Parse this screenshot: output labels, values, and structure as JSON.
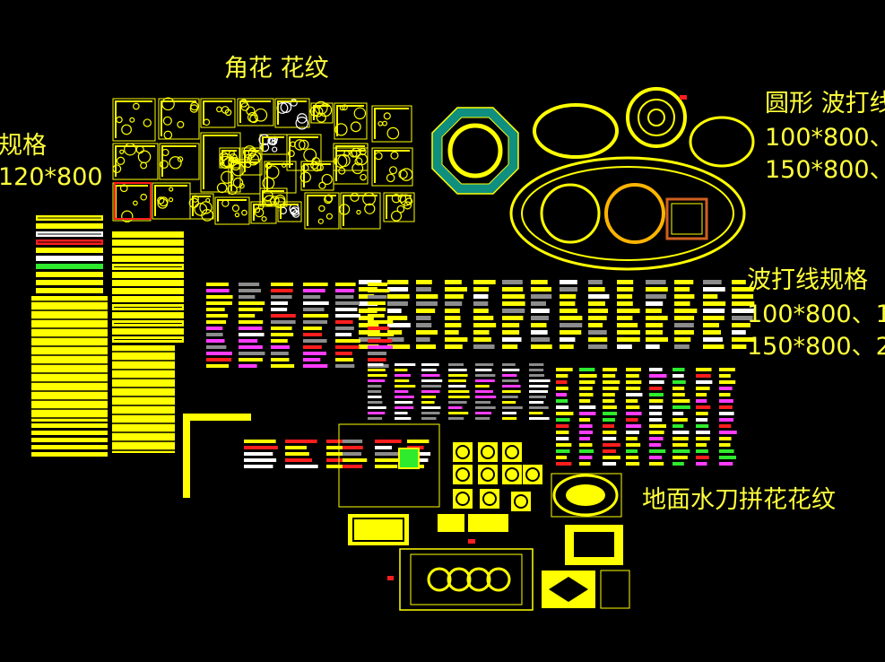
{
  "labels": {
    "corner_title": "角花 花纹",
    "left_spec_title": "规格",
    "left_spec_size": "120*800",
    "circle_title": "圆形 波打线",
    "circle_size_1": "100*800、",
    "circle_size_2": "150*800、",
    "wave_title": "波打线规格",
    "wave_size_1": "100*800、1",
    "wave_size_2": "150*800、2",
    "floor_title": "地面水刀拼花花纹"
  },
  "colors": {
    "background": "#000000",
    "primary": "#ffff00",
    "accent_teal": "#0f8f7f",
    "accent_red": "#ff1e1e",
    "accent_green": "#2eeb2e",
    "accent_magenta": "#ff3cff",
    "accent_white": "#ffffff",
    "accent_gray": "#8c8c8c"
  }
}
